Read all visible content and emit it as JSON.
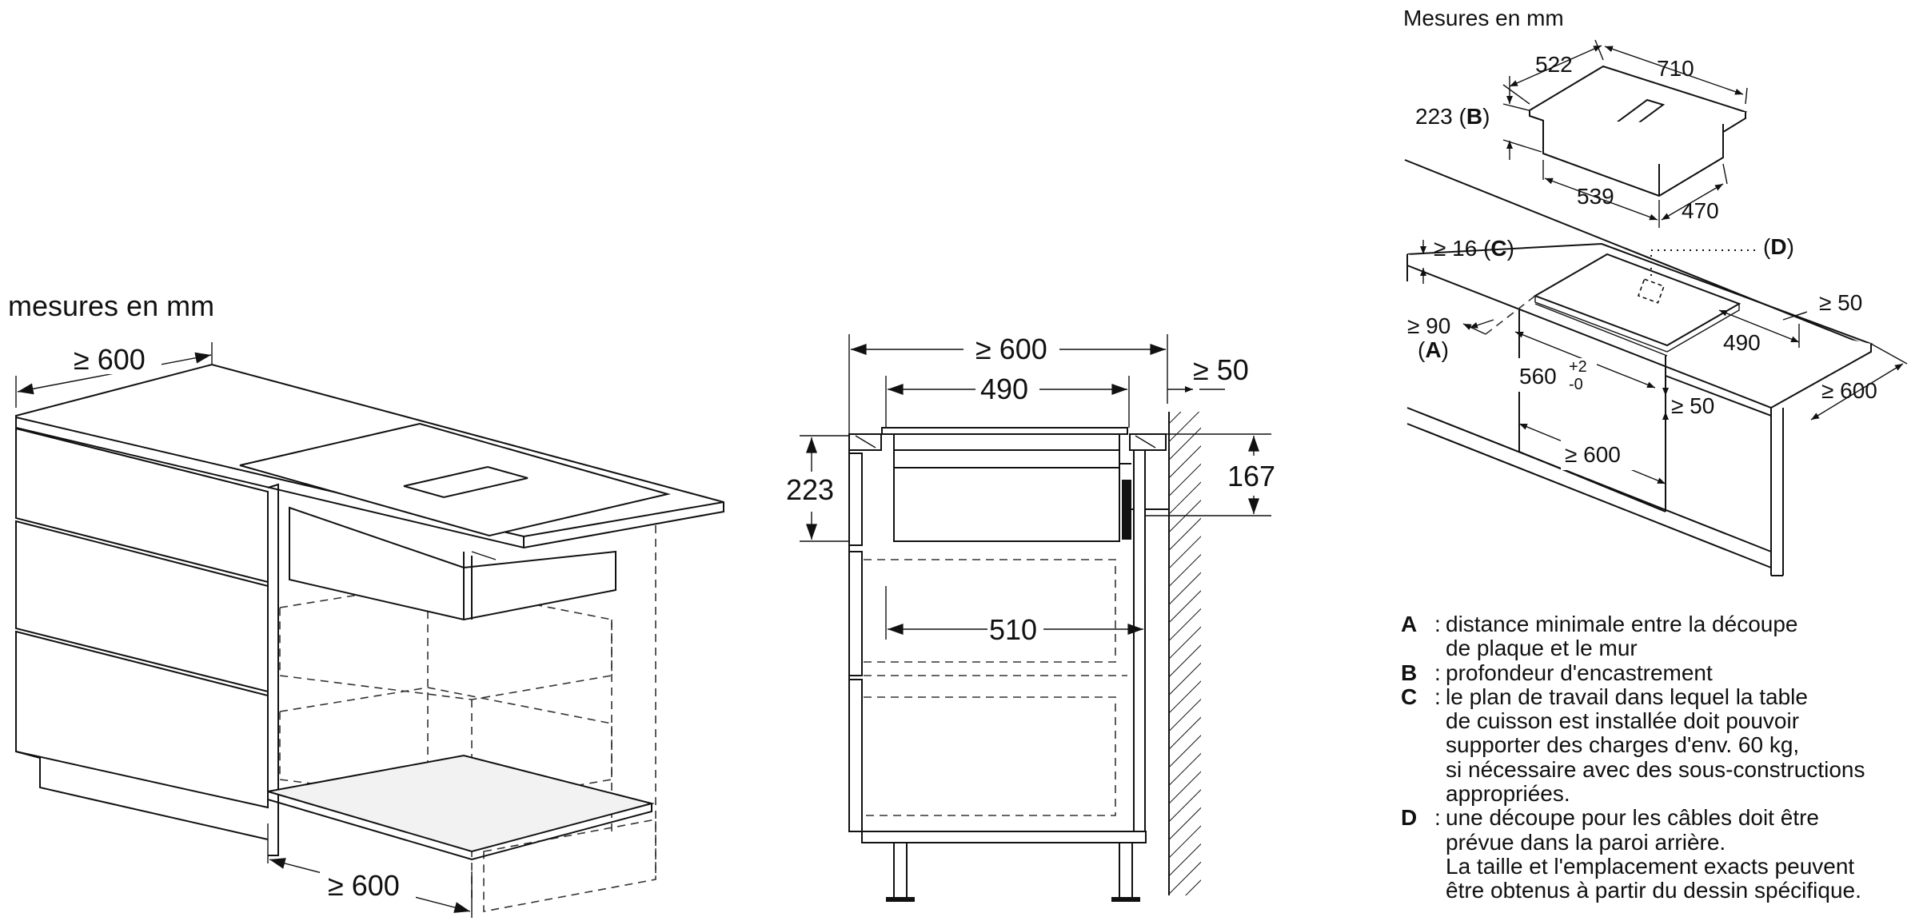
{
  "left_view": {
    "units_label": "mesures en mm",
    "dim_top": "≥ 600",
    "dim_bottom": "≥ 600"
  },
  "center_view": {
    "dim_width": "≥ 600",
    "dim_inner": "490",
    "dim_wall": "≥ 50",
    "dim_height": "223",
    "dim_duct": "167",
    "dim_cabinet": "510"
  },
  "right_view": {
    "units_label": "Mesures en mm",
    "hob_depth": "522",
    "hob_width": "710",
    "hob_height": "223",
    "hob_height_key": "B",
    "box_width": "539",
    "box_depth": "470",
    "worktop_min": "≥ 16",
    "worktop_key": "C",
    "cable_key": "D",
    "front_min": "≥ 90",
    "front_key": "A",
    "cutout_depth": "490",
    "back_min": "≥ 50",
    "cutout_width_main": "560",
    "cutout_tol_plus": "+2",
    "cutout_tol_minus": "-0",
    "side_min": "≥ 50",
    "cabinet_width": "≥ 600",
    "counter_depth": "≥ 600"
  },
  "legend": [
    {
      "key": "A",
      "lines": [
        "distance minimale entre la découpe",
        "de plaque et le mur"
      ]
    },
    {
      "key": "B",
      "lines": [
        "profondeur d'encastrement"
      ]
    },
    {
      "key": "C",
      "lines": [
        "le plan de travail dans lequel la table",
        "de cuisson est installée doit pouvoir",
        "supporter des charges d'env. 60 kg,",
        "si nécessaire avec des sous-constructions",
        "appropriées."
      ]
    },
    {
      "key": "D",
      "lines": [
        "une découpe pour les câbles doit être",
        "prévue dans la paroi arrière.",
        "La taille et l'emplacement exacts peuvent",
        "être obtenus à partir du dessin spécifique."
      ]
    }
  ]
}
